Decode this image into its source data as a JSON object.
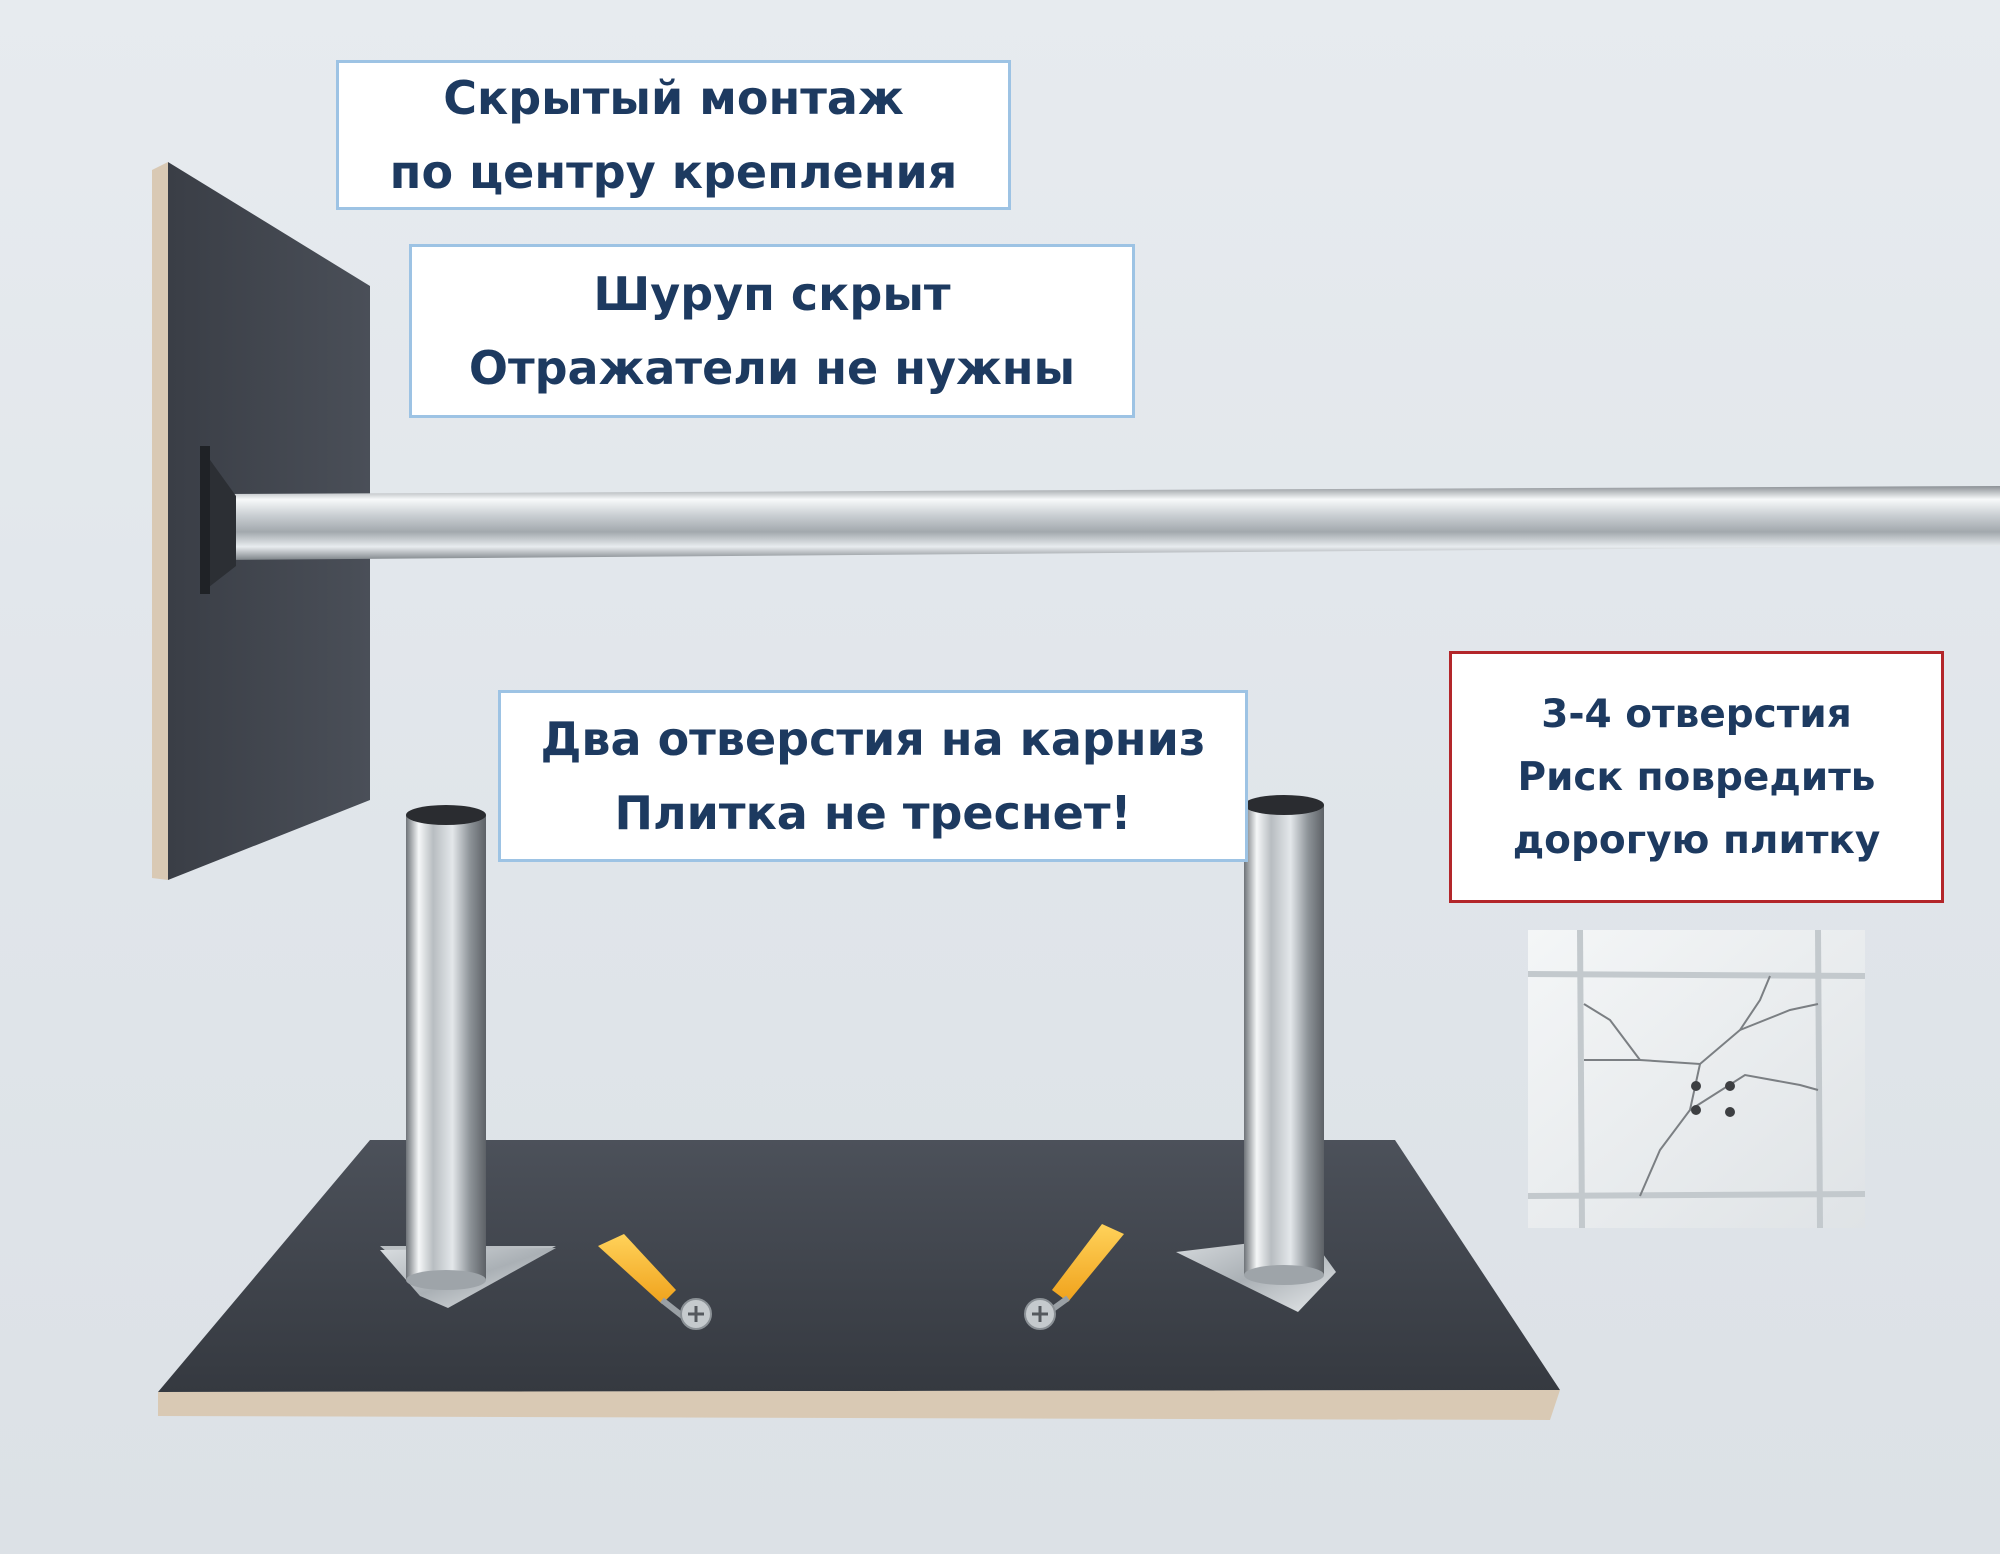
{
  "labels": {
    "hidden_mount": {
      "line1": "Скрытый монтаж",
      "line2": "по центру крепления"
    },
    "screw_hidden": {
      "line1": "Шуруп скрыт",
      "line2": "Отражатели не нужны"
    },
    "two_holes": {
      "line1": "Два отверстия на карниз",
      "line2": "Плитка не треснет!"
    },
    "risk": {
      "line1": "3-4 отверстия",
      "line2": "Риск повредить",
      "line3": "дорогую плитку"
    }
  },
  "colors": {
    "background": "#e3e8ed",
    "text": "#1d3a60",
    "label_border_blue": "#9dc3e4",
    "label_border_red": "#b3262a",
    "tile_face": "#3f434c",
    "tile_edge": "#d9c9b4"
  }
}
